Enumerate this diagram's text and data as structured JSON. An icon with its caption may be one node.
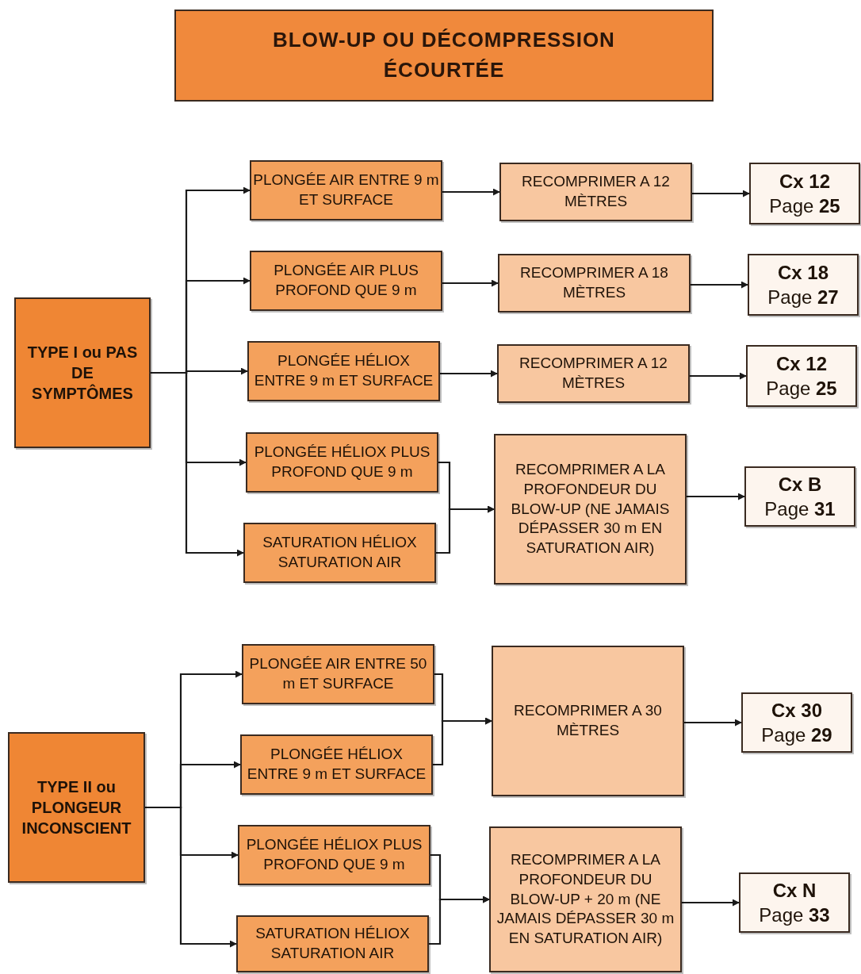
{
  "diagram": {
    "title": "BLOW-UP OU DÉCOMPRESSION ÉCOURTÉE",
    "nodes": [
      {
        "text": [
          "TYPE I ou PAS DE SYMPTÔMES"
        ]
      },
      {
        "text": [
          "PLONGÉE AIR ENTRE 9 m ET SURFACE"
        ]
      },
      {
        "text": [
          "PLONGÉE AIR PLUS PROFOND QUE 9 m"
        ]
      },
      {
        "text": [
          "PLONGÉE HÉLIOX ENTRE 9 m ET SURFACE"
        ]
      },
      {
        "text": [
          "PLONGÉE HÉLIOX PLUS PROFOND QUE 9 m"
        ]
      },
      {
        "text": [
          "SATURATION HÉLIOX SATURATION AIR"
        ]
      },
      {
        "text": [
          "RECOMPRIMER A 12 MÈTRES"
        ]
      },
      {
        "text": [
          "RECOMPRIMER A 18 MÈTRES"
        ]
      },
      {
        "text": [
          "RECOMPRIMER A 12 MÈTRES"
        ]
      },
      {
        "text": [
          "RECOMPRIMER A LA PROFONDEUR DU BLOW-UP (NE JAMAIS DÉPASSER 30 m EN SATURATION AIR)"
        ]
      },
      {
        "text": [
          "**Cx 12** Page **25**"
        ]
      },
      {
        "text": [
          "**Cx 18** Page **27**"
        ]
      },
      {
        "text": [
          "**Cx 12** Page **25**"
        ]
      },
      {
        "text": [
          "**Cx B** Page **31**"
        ]
      },
      {
        "text": [
          "TYPE II ou PLONGEUR INCONSCIENT"
        ]
      },
      {
        "text": [
          "PLONGÉE AIR ENTRE 50 m ET SURFACE"
        ]
      },
      {
        "text": [
          "PLONGÉE HÉLIOX ENTRE 9 m ET SURFACE"
        ]
      },
      {
        "text": [
          "PLONGÉE HÉLIOX PLUS PROFOND QUE 9 m"
        ]
      },
      {
        "text": [
          "SATURATION HÉLIOX SATURATION AIR"
        ]
      },
      {
        "text": [
          "RECOMPRIMER A 30 MÈTRES"
        ]
      },
      {
        "text": [
          "RECOMPRIMER A LA PROFONDEUR DU BLOW-UP + 20 m (NE JAMAIS DÉPASSER 30 m EN SATURATION AIR)"
        ]
      },
      {
        "text": [
          "**Cx 30** Page **29**"
        ]
      },
      {
        "text": [
          "**Cx N** Page **33**"
        ]
      }
    ],
    "edges": [
      {
        "from": 0,
        "to": 1,
        "arrow": "to"
      },
      {
        "from": 0,
        "to": 2,
        "arrow": "to"
      },
      {
        "from": 0,
        "to": 3,
        "arrow": "to"
      },
      {
        "from": 0,
        "to": 4,
        "arrow": "to"
      },
      {
        "from": 0,
        "to": 5,
        "arrow": "to"
      },
      {
        "from": 1,
        "to": 6,
        "arrow": "to"
      },
      {
        "from": 2,
        "to": 7,
        "arrow": "to"
      },
      {
        "from": 3,
        "to": 8,
        "arrow": "to"
      },
      {
        "from": 4,
        "to": 9,
        "arrow": "to"
      },
      {
        "from": 5,
        "to": 9,
        "arrow": "to"
      },
      {
        "from": 6,
        "to": 10,
        "arrow": "to"
      },
      {
        "from": 7,
        "to": 11,
        "arrow": "to"
      },
      {
        "from": 8,
        "to": 12,
        "arrow": "to"
      },
      {
        "from": 9,
        "to": 13,
        "arrow": "to"
      },
      {
        "from": 14,
        "to": 15,
        "arrow": "to"
      },
      {
        "from": 14,
        "to": 16,
        "arrow": "to"
      },
      {
        "from": 14,
        "to": 17,
        "arrow": "to"
      },
      {
        "from": 14,
        "to": 18,
        "arrow": "to"
      },
      {
        "from": 15,
        "to": 19,
        "arrow": "to"
      },
      {
        "from": 16,
        "to": 19,
        "arrow": "to"
      },
      {
        "from": 17,
        "to": 20,
        "arrow": "to"
      },
      {
        "from": 18,
        "to": 20,
        "arrow": "to"
      },
      {
        "from": 19,
        "to": 21,
        "arrow": "to"
      },
      {
        "from": 20,
        "to": 22,
        "arrow": "to"
      }
    ]
  }
}
